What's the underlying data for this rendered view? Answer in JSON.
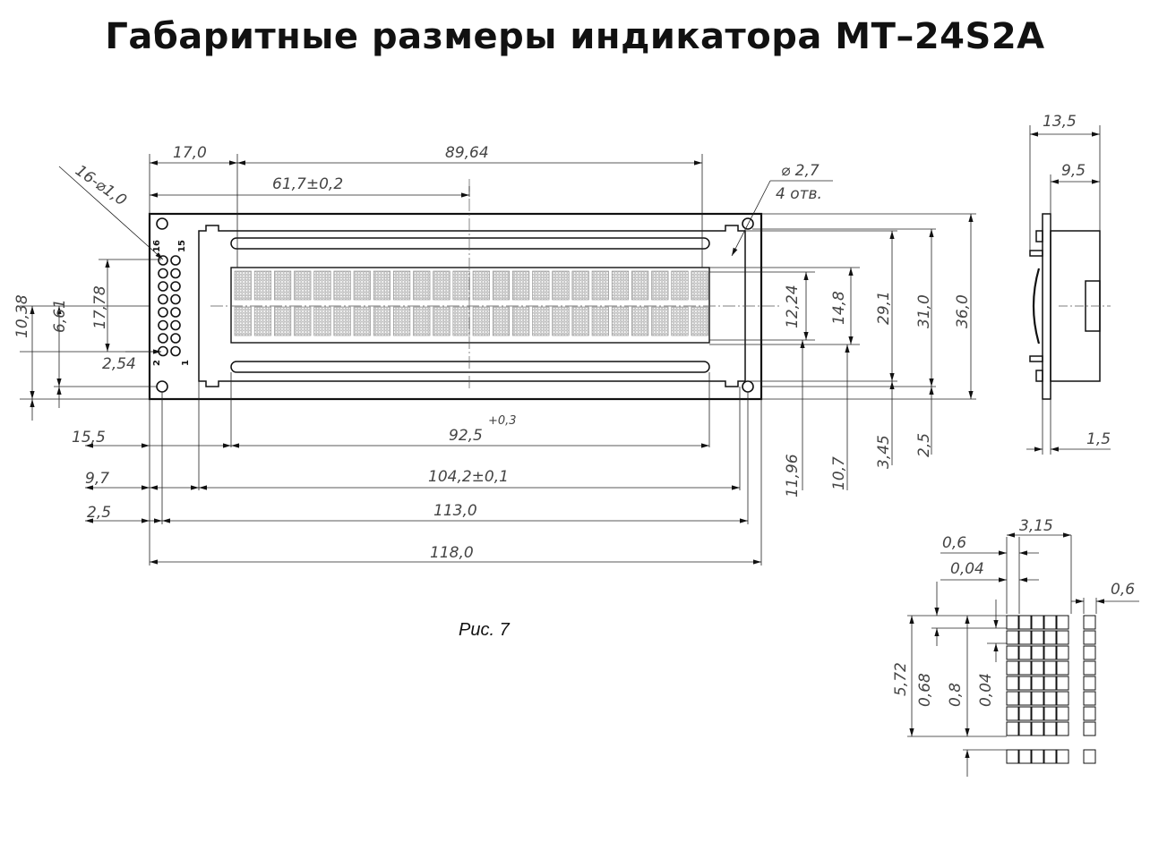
{
  "title": "Габаритные размеры индикатора MT–24S2A",
  "caption": "Рис. 7",
  "main_dims": {
    "d17_0": "17,0",
    "d89_64": "89,64",
    "d61_7": "61,7±0,2",
    "pins": "16-⌀1,0",
    "hole_dia": "⌀ 2,7",
    "hole_count": "4 отв.",
    "d12_24": "12,24",
    "d14_8": "14,8",
    "d29_1": "29,1",
    "d31_0": "31,0",
    "d36_0": "36,0",
    "d10_38": "10,38",
    "d6_61": "6,61",
    "d17_78": "17,78",
    "d2_54": "2,54",
    "d15_5": "15,5",
    "d92_5": "92,5",
    "d92_5_tol": "+0,3",
    "d9_7": "9,7",
    "d104_2": "104,2±0,1",
    "d2_5_left": "2,5",
    "d113_0": "113,0",
    "d118_0": "118,0",
    "d11_96": "11,96",
    "d10_7": "10,7",
    "d3_45": "3,45",
    "d2_5_right": "2,5"
  },
  "pin_labels": {
    "p16": "16",
    "p15": "15",
    "p2": "2",
    "p1": "1"
  },
  "side_dims": {
    "d13_5": "13,5",
    "d9_5": "9,5",
    "d1_5": "1,5"
  },
  "char_dims": {
    "d3_15": "3,15",
    "d0_6_top": "0,6",
    "d0_04_top": "0,04",
    "d0_6_right": "0,6",
    "d5_72": "5,72",
    "d0_68": "0,68",
    "d0_8": "0,8",
    "d0_04_side": "0,04"
  }
}
